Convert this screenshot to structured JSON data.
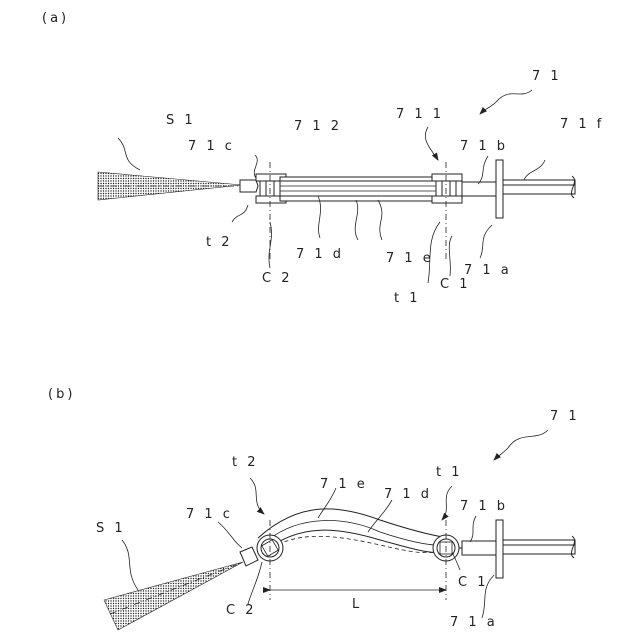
{
  "panel_a": {
    "title": "(a)",
    "labels": {
      "s1": "S 1",
      "n71": "7 1",
      "n712": "7 1 2",
      "n711": "7 1 1",
      "n71c": "7 1 c",
      "n71b": "7 1 b",
      "n71f": "7 1 f",
      "t2": "t 2",
      "n71d": "7 1 d",
      "n71e": "7 1 e",
      "c2": "C 2",
      "n71a": "7 1 a",
      "t1": "t 1",
      "c1": "C 1"
    }
  },
  "panel_b": {
    "title": "(b)",
    "labels": {
      "n71": "7 1",
      "t2": "t 2",
      "t1": "t 1",
      "n71e": "7 1 e",
      "n71d": "7 1 d",
      "s1": "S 1",
      "n71c": "7 1 c",
      "n71b": "7 1 b",
      "c1": "C 1",
      "c2": "C 2",
      "L": "L",
      "n71a": "7 1 a"
    }
  }
}
